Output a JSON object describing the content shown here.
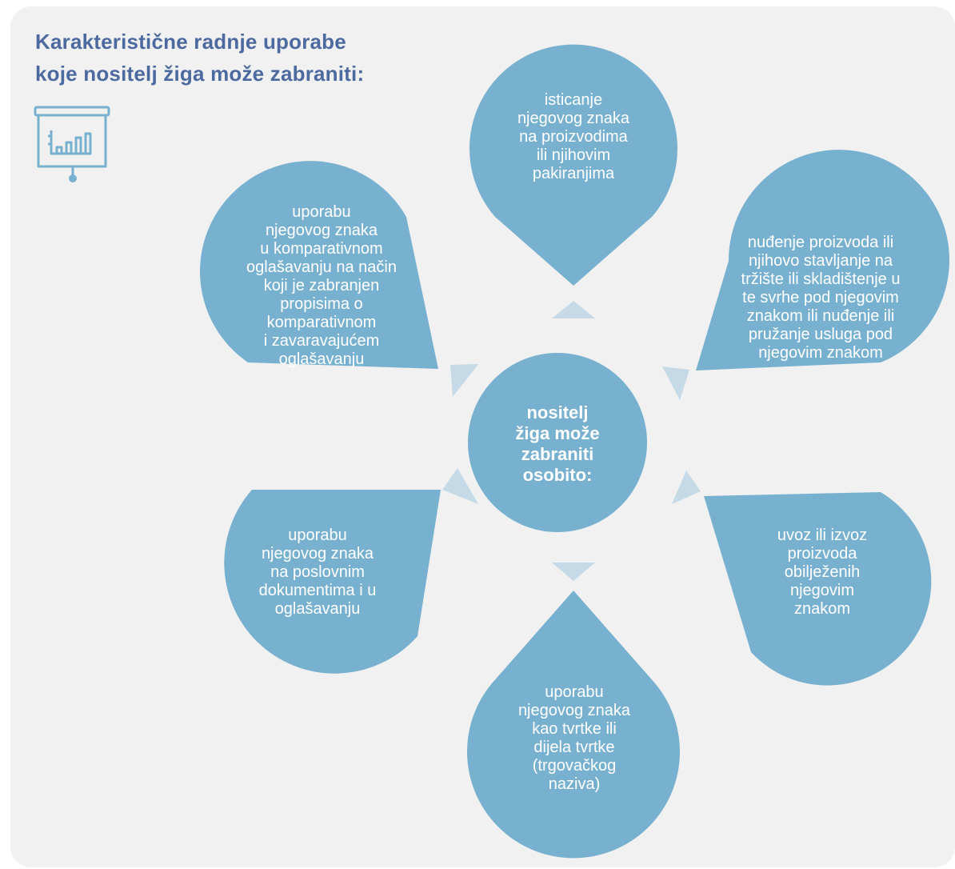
{
  "title": "Karakteristične radnje uporabe\nkoje nositelj žiga može zabraniti:",
  "colors": {
    "petal": "#78b1cf",
    "arrow": "#c5dae6",
    "title": "#4c6aa0",
    "icon": "#78b1cf",
    "background": "#f1f1f1"
  },
  "icon": "presentation-chart-icon",
  "center": {
    "label": "nositelj\nžiga može\nzabraniti\nosobito:"
  },
  "petals": [
    {
      "id": "top",
      "text": "isticanje\nnjegovog znaka\nna proizvodima\nili njihovim\npakiranjima"
    },
    {
      "id": "upper-right",
      "text": "nuđenje proizvoda ili\nnjihovo stavljanje na\ntržište ili skladištenje u\nte svrhe pod njegovim\nznakom ili nuđenje ili\npružanje usluga pod\nnjegovim znakom"
    },
    {
      "id": "lower-right",
      "text": "uvoz ili izvoz\nproizvoda\nobilježenih\nnjegovim\nznakom"
    },
    {
      "id": "bottom",
      "text": "uporabu\nnjegovog znaka\nkao tvrtke ili\ndijela tvrtke\n(trgovačkog\nnaziva)"
    },
    {
      "id": "lower-left",
      "text": "uporabu\nnjegovog znaka\nna poslovnim\ndokumentima i u\noglašavanju"
    },
    {
      "id": "upper-left",
      "text": "uporabu\nnjegovog znaka\nu komparativnom\noglašavanju na način\nkoji je zabranjen\npropisima o\nkomparativnom\ni zavaravajućem\noglašavanju"
    }
  ]
}
